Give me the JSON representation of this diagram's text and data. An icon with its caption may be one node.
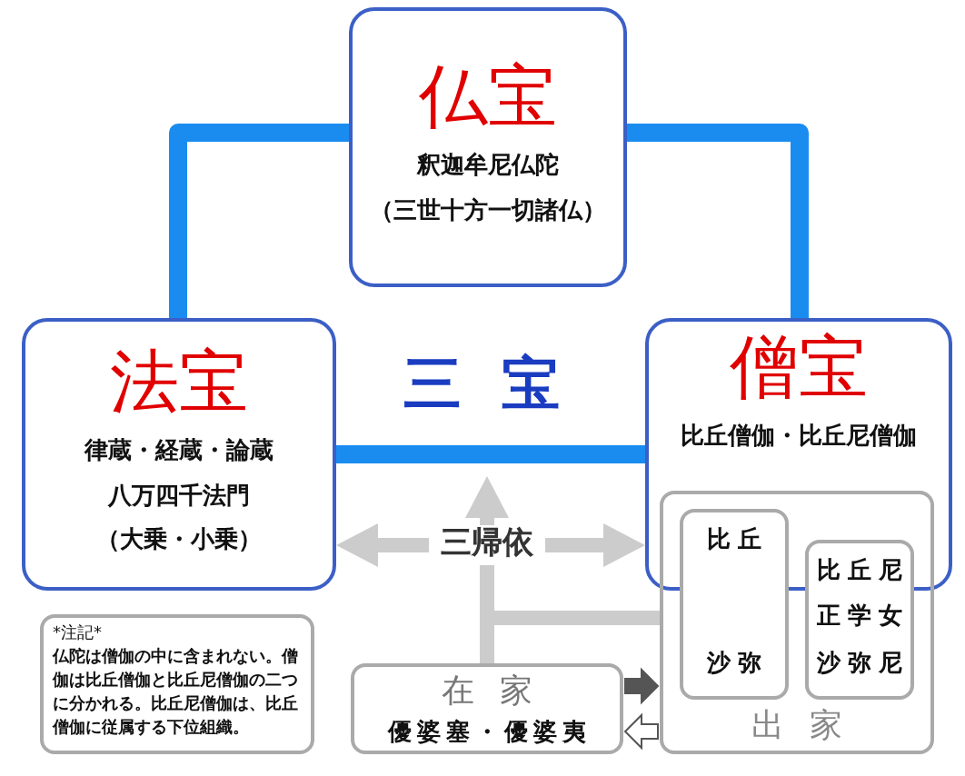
{
  "diagram": {
    "nodes": [
      {
        "text": [
          "仏宝",
          "釈迦牟尼仏陀",
          "（三世十方一切諸仏）"
        ]
      },
      {
        "text": [
          "法宝",
          "律蔵・経蔵・論蔵",
          "八万四千法門",
          "（大乗・小乗）"
        ]
      },
      {
        "text": [
          "僧宝",
          "比丘僧伽・比丘尼僧伽"
        ]
      },
      {
        "text": [
          "出家"
        ]
      },
      {
        "text": [
          "比丘",
          "沙弥"
        ],
        "in": 3
      },
      {
        "text": [
          "比丘尼",
          "正学女",
          "沙弥尼"
        ],
        "in": 3
      },
      {
        "text": [
          "在家",
          "優婆塞・優婆夷"
        ]
      },
      {
        "text": [
          "*注記*",
          "仏陀は僧伽の中に含まれない。僧伽は比丘僧伽と比丘尼僧伽の二つに分かれる。比丘尼僧伽は、比丘僧伽に従属する下位組織。"
        ]
      },
      {
        "text": [
          "三帰依"
        ]
      }
    ],
    "edges": [
      {
        "from": 0,
        "to": 1,
        "arrow": "none",
        "color": "#1a8cf0"
      },
      {
        "from": 0,
        "to": 2,
        "arrow": "none",
        "color": "#1a8cf0"
      },
      {
        "from": 1,
        "to": 2,
        "arrow": "none",
        "color": "#1a8cf0"
      },
      {
        "from": 6,
        "to": 3,
        "arrow": "to",
        "color": "#555555"
      },
      {
        "from": 3,
        "to": 6,
        "arrow": "to",
        "color": "#ffffff"
      },
      {
        "from": 6,
        "to": 8,
        "arrow": "none"
      },
      {
        "from": 3,
        "to": 8,
        "arrow": "none"
      },
      {
        "from": 8,
        "to": 1,
        "arrow": "to"
      },
      {
        "from": 8,
        "to": 2,
        "arrow": "to"
      },
      {
        "from": 8,
        "to": null,
        "arrow": "to"
      }
    ],
    "labels": [
      "三宝"
    ]
  }
}
